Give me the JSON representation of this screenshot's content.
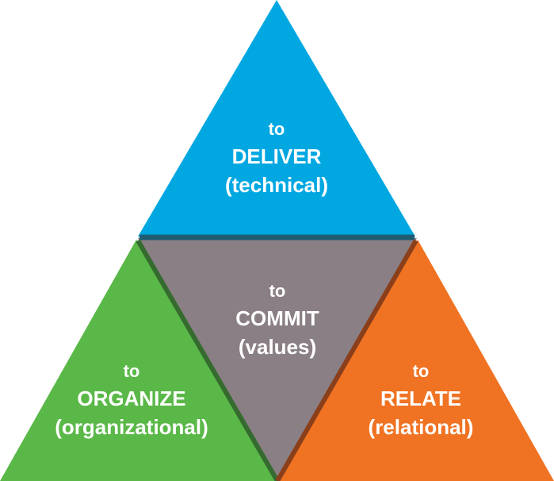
{
  "colors": {
    "top": "#00a7e1",
    "center": "#8a7f85",
    "left": "#5ab848",
    "right": "#f07323",
    "separator_top": "#1f5c73",
    "separator_left": "#356b2f",
    "separator_right": "#8a3f1a"
  },
  "segments": {
    "top": {
      "line1": "to",
      "line2": "DELIVER",
      "line3": "(technical)"
    },
    "center": {
      "line1": "to",
      "line2": "COMMIT",
      "line3": "(values)"
    },
    "left": {
      "line1": "to",
      "line2": "ORGANIZE",
      "line3": "(organizational)"
    },
    "right": {
      "line1": "to",
      "line2": "RELATE",
      "line3": "(relational)"
    }
  }
}
